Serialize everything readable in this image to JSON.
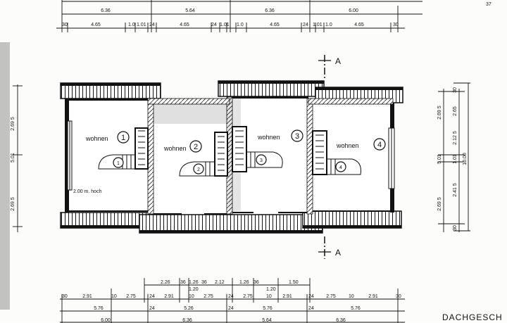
{
  "page_number": "37",
  "drawing_title": "DACHGESCH",
  "section_marker": "A",
  "rooms": [
    {
      "label": "wohnen",
      "number": "1",
      "stair_number": "1"
    },
    {
      "label": "wohnen",
      "number": "2",
      "stair_number": "2"
    },
    {
      "label": "wohnen",
      "number": "3",
      "stair_number": "3"
    },
    {
      "label": "wohnen",
      "number": "4",
      "stair_number": "4"
    }
  ],
  "note_height": "2.00 m. hoch",
  "top_dims_row1": [
    "6.36",
    "5.64",
    "6.36",
    "6.00"
  ],
  "top_dims_row2": [
    "30",
    "4.65",
    "1.0",
    "1.01",
    "24",
    "4.65",
    "24",
    "1.01",
    "1.0",
    "4.65",
    "24",
    "1.01",
    "1.0",
    "4.65",
    "30"
  ],
  "left_dims": [
    "2.69 5",
    "5.01",
    "2.69 5"
  ],
  "right_dims": [
    "30",
    "2.69 5",
    "2.65",
    "2.12 5",
    "5.01",
    "1.01",
    "10.00",
    "2.69 5",
    "2.41 5",
    "30"
  ],
  "bottom_dims_row0": [
    "2.26",
    "36",
    "1.26",
    "36",
    "2.12",
    "1.26",
    "36",
    "1.50"
  ],
  "bottom_dims_sub": [
    "1.20",
    "1.20"
  ],
  "bottom_dims_row1": [
    "30",
    "2.91",
    "10",
    "2.75",
    "24",
    "2.91",
    "10",
    "2.75",
    "24",
    "2.75",
    "10",
    "2.91",
    "24",
    "2.75",
    "10",
    "2.91",
    "30"
  ],
  "bottom_dims_row2": [
    "5.76",
    "24",
    "5.26",
    "24",
    "5.76",
    "24",
    "5.76"
  ],
  "bottom_dims_row3": [
    "6.00",
    "6.36",
    "5.64",
    "6.36"
  ]
}
